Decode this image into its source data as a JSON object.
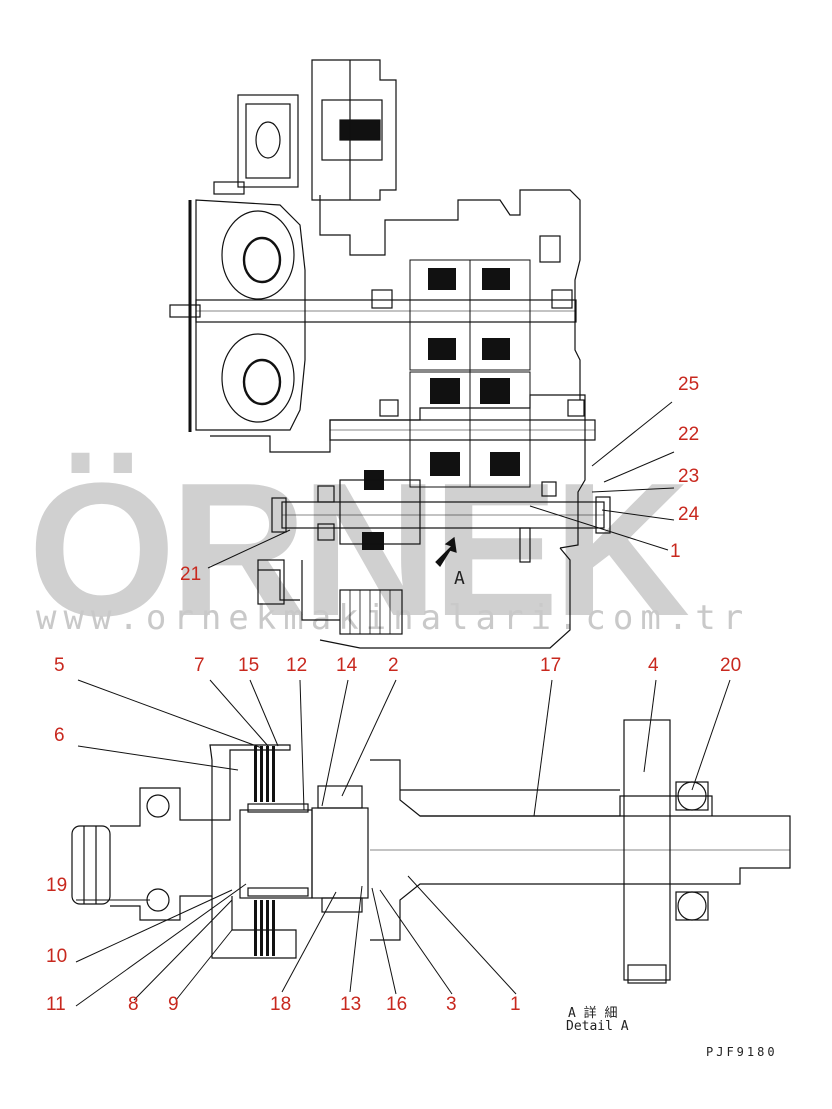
{
  "watermark": {
    "logo": "ÖRNEK",
    "url": "www.ornekmakinalari.com.tr"
  },
  "callouts": [
    {
      "id": "c25",
      "label": "25"
    },
    {
      "id": "c22",
      "label": "22"
    },
    {
      "id": "c23",
      "label": "23"
    },
    {
      "id": "c24",
      "label": "24"
    },
    {
      "id": "c1a",
      "label": "1"
    },
    {
      "id": "c21",
      "label": "21"
    },
    {
      "id": "c5",
      "label": "5"
    },
    {
      "id": "c7",
      "label": "7"
    },
    {
      "id": "c15",
      "label": "15"
    },
    {
      "id": "c12",
      "label": "12"
    },
    {
      "id": "c14",
      "label": "14"
    },
    {
      "id": "c2",
      "label": "2"
    },
    {
      "id": "c17",
      "label": "17"
    },
    {
      "id": "c4",
      "label": "4"
    },
    {
      "id": "c20",
      "label": "20"
    },
    {
      "id": "c6",
      "label": "6"
    },
    {
      "id": "c19",
      "label": "19"
    },
    {
      "id": "c10",
      "label": "10"
    },
    {
      "id": "c11",
      "label": "11"
    },
    {
      "id": "c8",
      "label": "8"
    },
    {
      "id": "c9",
      "label": "9"
    },
    {
      "id": "c18",
      "label": "18"
    },
    {
      "id": "c13",
      "label": "13"
    },
    {
      "id": "c16",
      "label": "16"
    },
    {
      "id": "c3",
      "label": "3"
    },
    {
      "id": "c1b",
      "label": "1"
    }
  ],
  "view_marker": "A",
  "detail_caption": {
    "jp": "A 詳 細",
    "en": "Detail A"
  },
  "drawing_code": "PJF9180"
}
